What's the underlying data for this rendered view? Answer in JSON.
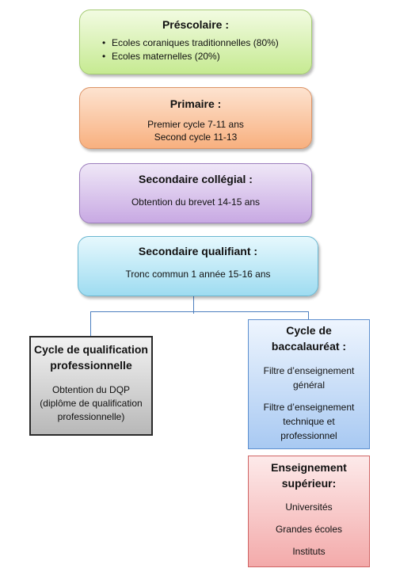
{
  "prescolaire": {
    "title": "Préscolaire :",
    "items": [
      "Ecoles coraniques traditionnelles (80%)",
      "Ecoles maternelles (20%)"
    ]
  },
  "primaire": {
    "title": "Primaire :",
    "lines": [
      "Premier cycle 7-11  ans",
      "Second cycle 11-13"
    ]
  },
  "collegial": {
    "title": "Secondaire collégial :",
    "lines": [
      "Obtention du brevet  14-15 ans"
    ]
  },
  "qualifiant": {
    "title": "Secondaire qualifiant :",
    "lines": [
      "Tronc commun 1 année 15-16 ans"
    ]
  },
  "qualification": {
    "title_lines": [
      "Cycle de qualification",
      "professionnelle"
    ],
    "lines": [
      "Obtention du DQP",
      "(diplôme de qualification",
      "professionnelle)"
    ]
  },
  "bac": {
    "title_lines": [
      "Cycle de",
      "baccalauréat :"
    ],
    "lines": [
      "Filtre d’enseignement",
      "général",
      "Filtre d’enseignement",
      "technique et",
      "professionnel"
    ]
  },
  "superieur": {
    "title_lines": [
      "Enseignement",
      "supérieur:"
    ],
    "lines": [
      "Universités",
      "Grandes écoles",
      "Instituts"
    ]
  },
  "colors": {
    "connector": "#4c7fbf"
  }
}
